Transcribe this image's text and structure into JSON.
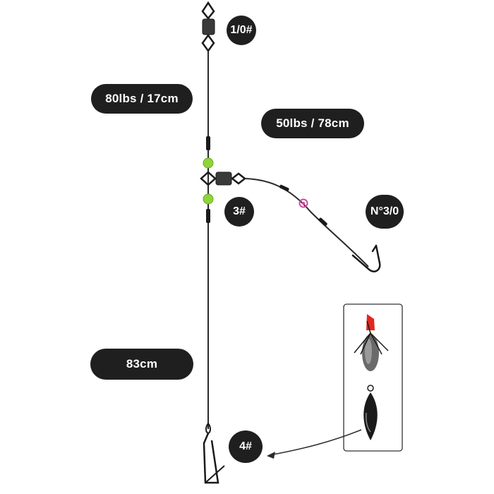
{
  "labels": {
    "main_line": "80lbs / 17cm",
    "branch_line": "50lbs / 78cm",
    "total_length": "83cm"
  },
  "badges": {
    "top_swivel": "1/0#",
    "mid_swivel": "3#",
    "hook": "N°3/0",
    "snap": "4#"
  },
  "colors": {
    "badge_bg": "#1f1f1f",
    "bead": "#8ed43a",
    "line": "#2a2a2a",
    "crimp_ring": "#d04aa0",
    "lure_tip": "#e52520"
  },
  "icons": [
    "swivel-icon",
    "bead-icon",
    "hook-icon",
    "snap-icon",
    "squid-lure-icon",
    "sinker-icon",
    "arrow-icon"
  ]
}
